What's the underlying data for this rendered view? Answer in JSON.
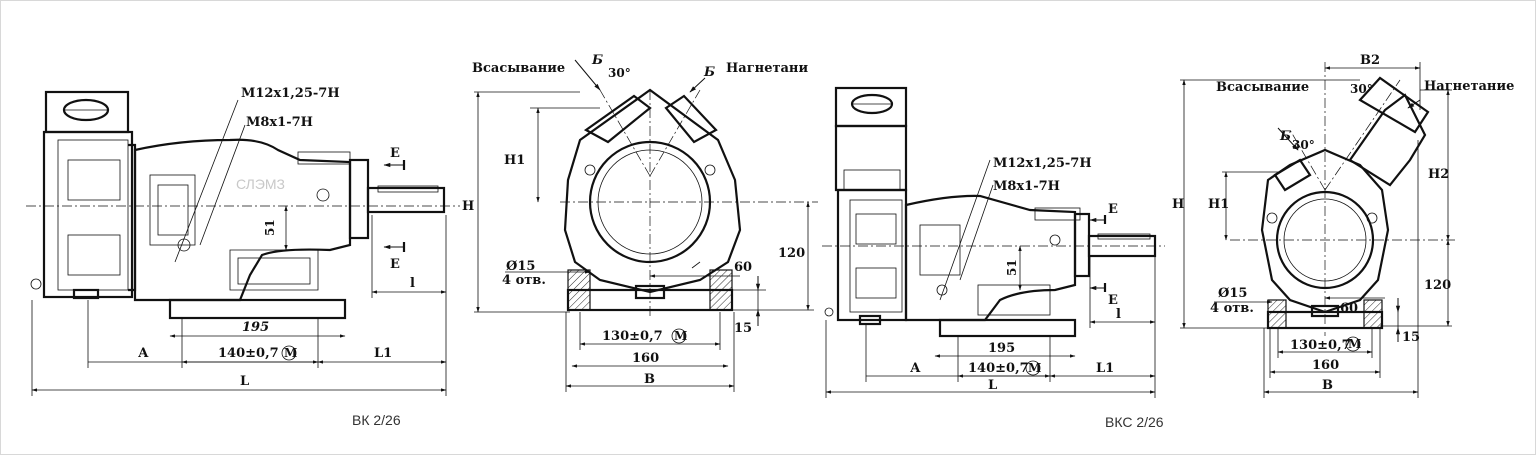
{
  "vk": {
    "caption": "ВК 2/26",
    "side": {
      "thread1": "М12х1,25-7Н",
      "thread2": "М8х1-7Н",
      "section": "Е",
      "dim_51": "51",
      "dim_195": "195",
      "dim_a": "А",
      "dim_140": "140±0,7",
      "dim_l1": "L1",
      "dim_l": "L",
      "dim_l_small": "l",
      "watermark": "СЛЭМЗ"
    },
    "front": {
      "suction": "Всасывание",
      "discharge": "Нагнетани",
      "view": "Б",
      "angle": "30°",
      "h1": "Н1",
      "h": "Н",
      "dim_120": "120",
      "hole": "Ø15",
      "holes_count": "4  отв.",
      "dim_60": "60",
      "dim_15": "15",
      "dim_130": "130±0,7",
      "dim_160": "160",
      "dim_b": "В"
    }
  },
  "vks": {
    "caption": "ВКС 2/26",
    "side": {
      "thread1": "М12х1,25-7Н",
      "thread2": "М8х1-7Н",
      "section": "Е",
      "dim_51": "51",
      "dim_195": "195",
      "dim_a": "А",
      "dim_140": "140±0,7",
      "dim_l1": "L1",
      "dim_l": "L",
      "dim_l_small": "l"
    },
    "front": {
      "suction": "Всасывание",
      "discharge": "Нагнетание",
      "view": "Б",
      "angle": "30°",
      "b2": "В2",
      "h": "Н",
      "h1": "Н1",
      "h2": "Н2",
      "dim_120": "120",
      "hole": "Ø15",
      "holes_count": "4  отв.",
      "dim_60": "60",
      "dim_15": "15",
      "dim_130": "130±0,7",
      "dim_160": "160",
      "dim_b": "В"
    }
  },
  "symbols": {
    "tolerance_mark": "М"
  }
}
